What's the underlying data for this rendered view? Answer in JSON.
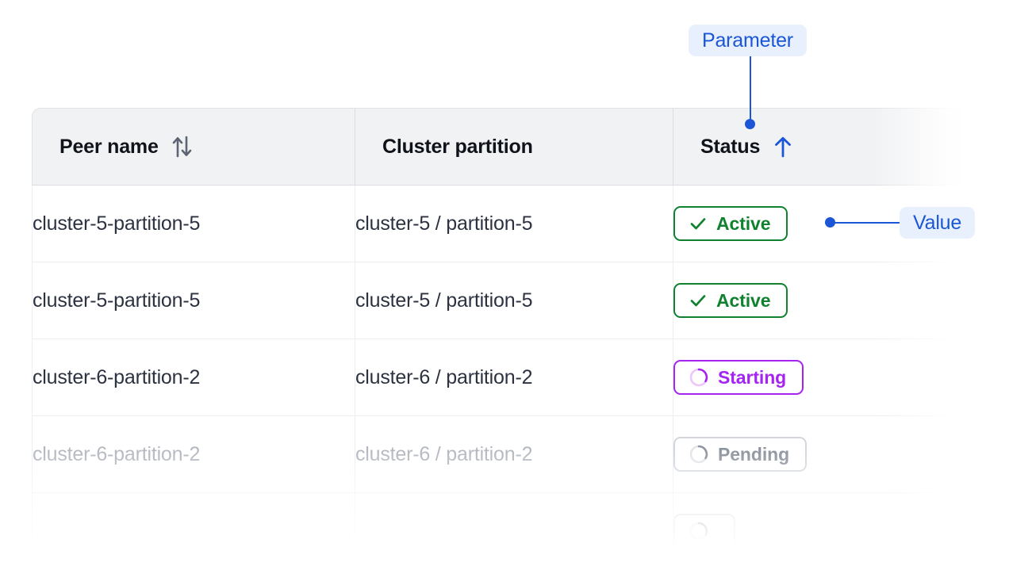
{
  "table": {
    "columns": [
      {
        "key": "peer",
        "label": "Peer name",
        "sort_icon": "sort-both-arrows-icon",
        "sorted": false
      },
      {
        "key": "partition",
        "label": "Cluster partition",
        "sort_icon": null,
        "sorted": false
      },
      {
        "key": "status",
        "label": "Status",
        "sort_icon": "arrow-up-icon",
        "sorted": true,
        "sort_direction": "ascending"
      }
    ],
    "rows": [
      {
        "peer": "cluster-5-partition-5",
        "partition": "cluster-5 / partition-5",
        "status": {
          "label": "Active",
          "icon": "check-icon",
          "variant": "active"
        },
        "muted": false
      },
      {
        "peer": "cluster-5-partition-5",
        "partition": "cluster-5 / partition-5",
        "status": {
          "label": "Active",
          "icon": "check-icon",
          "variant": "active"
        },
        "muted": false
      },
      {
        "peer": "cluster-6-partition-2",
        "partition": "cluster-6 / partition-2",
        "status": {
          "label": "Starting",
          "icon": "spinner-icon",
          "variant": "starting"
        },
        "muted": false
      },
      {
        "peer": "cluster-6-partition-2",
        "partition": "cluster-6 / partition-2",
        "status": {
          "label": "Pending",
          "icon": "spinner-icon",
          "variant": "pending"
        },
        "muted": true
      },
      {
        "peer": "",
        "partition": "",
        "status": {
          "label": "",
          "icon": "spinner-icon",
          "variant": "pending"
        },
        "muted": true
      }
    ]
  },
  "annotations": {
    "parameter": {
      "label": "Parameter",
      "target": "status-column-header"
    },
    "value": {
      "label": "Value",
      "target": "status-badge-row-1"
    }
  },
  "colors": {
    "accent_blue": "#1a56d6",
    "annotation_pill_bg": "#e8f0fe",
    "active_green": "#10822f",
    "starting_purple": "#a524f0",
    "pending_grey": "#8e949e",
    "header_bg": "#f1f2f4",
    "text_primary": "#2c3240",
    "text_muted": "#b3b7bf"
  }
}
